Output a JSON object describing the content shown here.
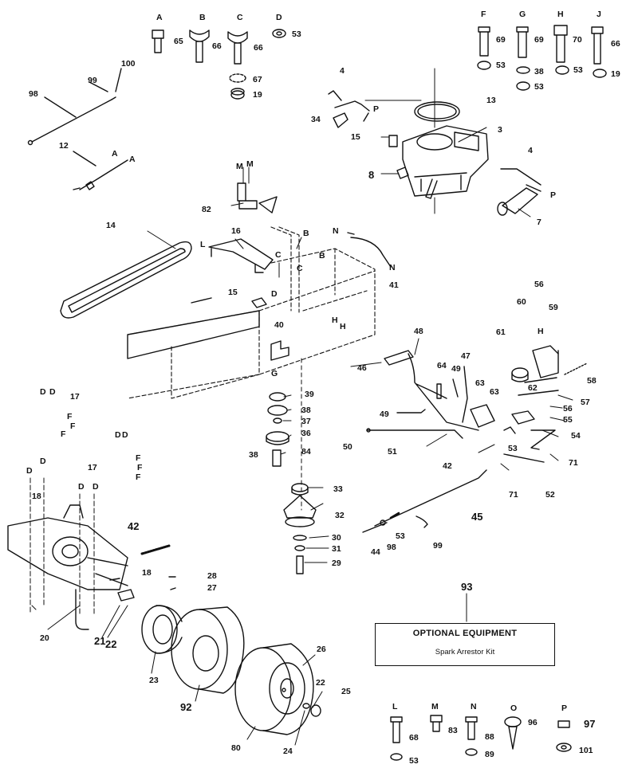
{
  "box": {
    "title": "OPTIONAL EQUIPMENT",
    "subtitle": "Spark Arrestor Kit",
    "number": "93"
  },
  "labels": [
    {
      "id": "A",
      "t": "A"
    },
    {
      "id": "B",
      "t": "B"
    },
    {
      "id": "C",
      "t": "C"
    },
    {
      "id": "D",
      "t": "D"
    },
    {
      "id": "65",
      "t": "65"
    },
    {
      "id": "66a",
      "t": "66"
    },
    {
      "id": "66b",
      "t": "66"
    },
    {
      "id": "53a",
      "t": "53"
    },
    {
      "id": "67",
      "t": "67"
    },
    {
      "id": "19a",
      "t": "19"
    },
    {
      "id": "F",
      "t": "F"
    },
    {
      "id": "G",
      "t": "G"
    },
    {
      "id": "H",
      "t": "H"
    },
    {
      "id": "J",
      "t": "J"
    },
    {
      "id": "69a",
      "t": "69"
    },
    {
      "id": "69b",
      "t": "69"
    },
    {
      "id": "70",
      "t": "70"
    },
    {
      "id": "66c",
      "t": "66"
    },
    {
      "id": "53b",
      "t": "53"
    },
    {
      "id": "38a",
      "t": "38"
    },
    {
      "id": "53c",
      "t": "53"
    },
    {
      "id": "53d",
      "t": "53"
    },
    {
      "id": "19b",
      "t": "19"
    },
    {
      "id": "100",
      "t": "100"
    },
    {
      "id": "99a",
      "t": "99"
    },
    {
      "id": "98a",
      "t": "98"
    },
    {
      "id": "12",
      "t": "12"
    },
    {
      "id": "Aa",
      "t": "A"
    },
    {
      "id": "Ab",
      "t": "A"
    },
    {
      "id": "4a",
      "t": "4"
    },
    {
      "id": "Pa",
      "t": "P"
    },
    {
      "id": "34",
      "t": "34"
    },
    {
      "id": "13",
      "t": "13"
    },
    {
      "id": "15a",
      "t": "15"
    },
    {
      "id": "3",
      "t": "3"
    },
    {
      "id": "8",
      "t": "8"
    },
    {
      "id": "4b",
      "t": "4"
    },
    {
      "id": "Pb",
      "t": "P"
    },
    {
      "id": "7",
      "t": "7"
    },
    {
      "id": "Ma",
      "t": "M"
    },
    {
      "id": "Mb",
      "t": "M"
    },
    {
      "id": "82",
      "t": "82"
    },
    {
      "id": "14",
      "t": "14"
    },
    {
      "id": "16",
      "t": "16"
    },
    {
      "id": "L",
      "t": "L"
    },
    {
      "id": "Cb",
      "t": "C"
    },
    {
      "id": "Bb",
      "t": "B"
    },
    {
      "id": "Bc",
      "t": "B"
    },
    {
      "id": "Cc",
      "t": "C"
    },
    {
      "id": "Na",
      "t": "N"
    },
    {
      "id": "Nb",
      "t": "N"
    },
    {
      "id": "41",
      "t": "41"
    },
    {
      "id": "15b",
      "t": "15"
    },
    {
      "id": "Db",
      "t": "D"
    },
    {
      "id": "Ha",
      "t": "H"
    },
    {
      "id": "Hb",
      "t": "H"
    },
    {
      "id": "40",
      "t": "40"
    },
    {
      "id": "Gb",
      "t": "G"
    },
    {
      "id": "48",
      "t": "48"
    },
    {
      "id": "46",
      "t": "46"
    },
    {
      "id": "56a",
      "t": "56"
    },
    {
      "id": "60",
      "t": "60"
    },
    {
      "id": "59",
      "t": "59"
    },
    {
      "id": "61",
      "t": "61"
    },
    {
      "id": "Hc",
      "t": "H"
    },
    {
      "id": "62",
      "t": "62"
    },
    {
      "id": "58",
      "t": "58"
    },
    {
      "id": "64",
      "t": "64"
    },
    {
      "id": "49a",
      "t": "49"
    },
    {
      "id": "47",
      "t": "47"
    },
    {
      "id": "63a",
      "t": "63"
    },
    {
      "id": "63b",
      "t": "63"
    },
    {
      "id": "57",
      "t": "57"
    },
    {
      "id": "56b",
      "t": "56"
    },
    {
      "id": "55",
      "t": "55"
    },
    {
      "id": "49b",
      "t": "49"
    },
    {
      "id": "50",
      "t": "50"
    },
    {
      "id": "51",
      "t": "51"
    },
    {
      "id": "53e",
      "t": "53"
    },
    {
      "id": "54",
      "t": "54"
    },
    {
      "id": "71a",
      "t": "71"
    },
    {
      "id": "42a",
      "t": "42"
    },
    {
      "id": "71b",
      "t": "71"
    },
    {
      "id": "52",
      "t": "52"
    },
    {
      "id": "39",
      "t": "39"
    },
    {
      "id": "38b",
      "t": "38"
    },
    {
      "id": "37",
      "t": "37"
    },
    {
      "id": "36",
      "t": "36"
    },
    {
      "id": "38c",
      "t": "38"
    },
    {
      "id": "84",
      "t": "84"
    },
    {
      "id": "33",
      "t": "33"
    },
    {
      "id": "32",
      "t": "32"
    },
    {
      "id": "30",
      "t": "30"
    },
    {
      "id": "31",
      "t": "31"
    },
    {
      "id": "29",
      "t": "29"
    },
    {
      "id": "45",
      "t": "45"
    },
    {
      "id": "53f",
      "t": "53"
    },
    {
      "id": "98b",
      "t": "98"
    },
    {
      "id": "44",
      "t": "44"
    },
    {
      "id": "99b",
      "t": "99"
    },
    {
      "id": "Dc",
      "t": "D"
    },
    {
      "id": "Dd",
      "t": "D"
    },
    {
      "id": "17a",
      "t": "17"
    },
    {
      "id": "Fa",
      "t": "F"
    },
    {
      "id": "Fb",
      "t": "F"
    },
    {
      "id": "Fc",
      "t": "F"
    },
    {
      "id": "De",
      "t": "D"
    },
    {
      "id": "Df",
      "t": "D"
    },
    {
      "id": "17b",
      "t": "17"
    },
    {
      "id": "Fd",
      "t": "F"
    },
    {
      "id": "Fe",
      "t": "F"
    },
    {
      "id": "Ff",
      "t": "F"
    },
    {
      "id": "Dg",
      "t": "D"
    },
    {
      "id": "Dh",
      "t": "D"
    },
    {
      "id": "Di",
      "t": "D"
    },
    {
      "id": "Dj",
      "t": "D"
    },
    {
      "id": "18a",
      "t": "18"
    },
    {
      "id": "42b",
      "t": "42"
    },
    {
      "id": "18b",
      "t": "18"
    },
    {
      "id": "28",
      "t": "28"
    },
    {
      "id": "27",
      "t": "27"
    },
    {
      "id": "20",
      "t": "20"
    },
    {
      "id": "21",
      "t": "21"
    },
    {
      "id": "22a",
      "t": "22"
    },
    {
      "id": "23",
      "t": "23"
    },
    {
      "id": "92",
      "t": "92"
    },
    {
      "id": "26",
      "t": "26"
    },
    {
      "id": "22b",
      "t": "22"
    },
    {
      "id": "25",
      "t": "25"
    },
    {
      "id": "80",
      "t": "80"
    },
    {
      "id": "24",
      "t": "24"
    },
    {
      "id": "Lb",
      "t": "L"
    },
    {
      "id": "68",
      "t": "68"
    },
    {
      "id": "53g",
      "t": "53"
    },
    {
      "id": "Mc",
      "t": "M"
    },
    {
      "id": "83",
      "t": "83"
    },
    {
      "id": "Nc",
      "t": "N"
    },
    {
      "id": "88",
      "t": "88"
    },
    {
      "id": "89",
      "t": "89"
    },
    {
      "id": "O",
      "t": "O"
    },
    {
      "id": "96",
      "t": "96"
    },
    {
      "id": "P",
      "t": "P"
    },
    {
      "id": "97",
      "t": "97"
    },
    {
      "id": "101",
      "t": "101"
    }
  ]
}
